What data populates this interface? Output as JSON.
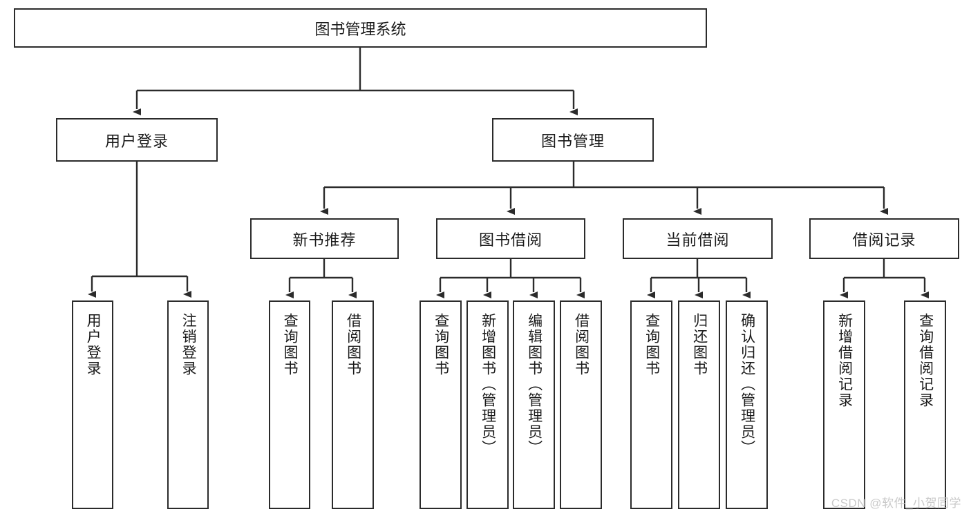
{
  "diagram": {
    "title": "图书管理系统",
    "root": {
      "label": "图书管理系统"
    },
    "level2": [
      {
        "label": "用户登录"
      },
      {
        "label": "图书管理"
      }
    ],
    "level3": [
      {
        "label": "新书推荐"
      },
      {
        "label": "图书借阅"
      },
      {
        "label": "当前借阅"
      },
      {
        "label": "借阅记录"
      }
    ],
    "leaves": {
      "user_login": [
        {
          "label": "用户登录"
        },
        {
          "label": "注销登录"
        }
      ],
      "new_book_recommend": [
        {
          "label": "查询图书"
        },
        {
          "label": "借阅图书"
        }
      ],
      "book_borrow": [
        {
          "label": "查询图书"
        },
        {
          "label": "新增图书（管理员）"
        },
        {
          "label": "编辑图书（管理员）"
        },
        {
          "label": "借阅图书"
        }
      ],
      "current_borrow": [
        {
          "label": "查询图书"
        },
        {
          "label": "归还图书"
        },
        {
          "label": "确认归还（管理员）"
        }
      ],
      "borrow_record": [
        {
          "label": "新增借阅记录"
        },
        {
          "label": "查询借阅记录"
        }
      ]
    }
  },
  "watermark": {
    "text": "CSDN @软件_小贺同学"
  },
  "colors": {
    "border": "#2b2b2b",
    "text": "#1a1a1a",
    "background": "#ffffff",
    "watermark": "#c9c9c9"
  }
}
